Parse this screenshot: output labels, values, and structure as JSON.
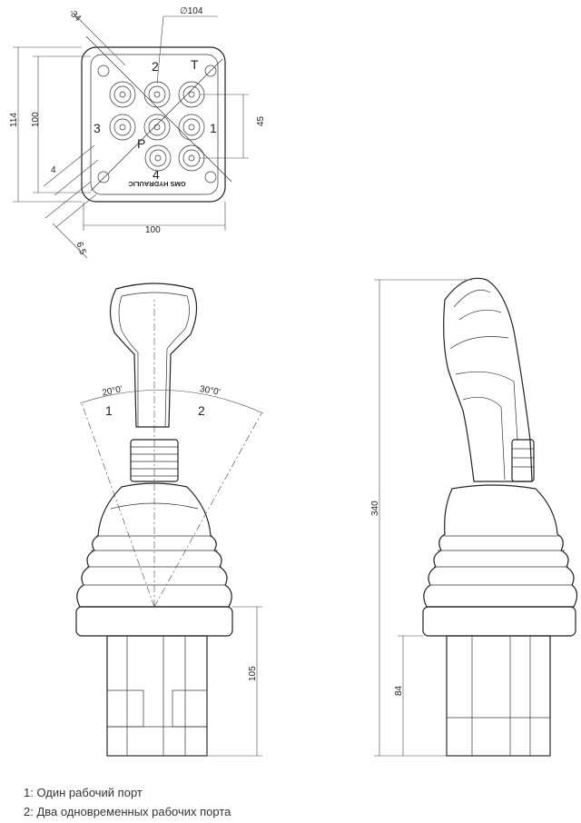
{
  "top_view": {
    "dim_diameter": "∅104",
    "dim_34": "34",
    "dim_114": "114",
    "dim_100_vertical": "100",
    "dim_45": "45",
    "dim_4": "4",
    "dim_6_5": "6.5",
    "dim_100_horizontal": "100",
    "port_labels": {
      "p1": "1",
      "p2": "2",
      "p3": "3",
      "p4": "4",
      "pP": "P",
      "pT": "T"
    },
    "brand_text": "GMS HYDRAULIC"
  },
  "front_view": {
    "angle_left": "20°0'",
    "angle_right": "30°0'",
    "zone_1": "1",
    "zone_2": "2",
    "dim_105": "105"
  },
  "side_view": {
    "dim_340": "340",
    "dim_84": "84"
  },
  "legend": [
    "1: Один рабочий порт",
    "2: Два одновременных рабочих порта"
  ]
}
